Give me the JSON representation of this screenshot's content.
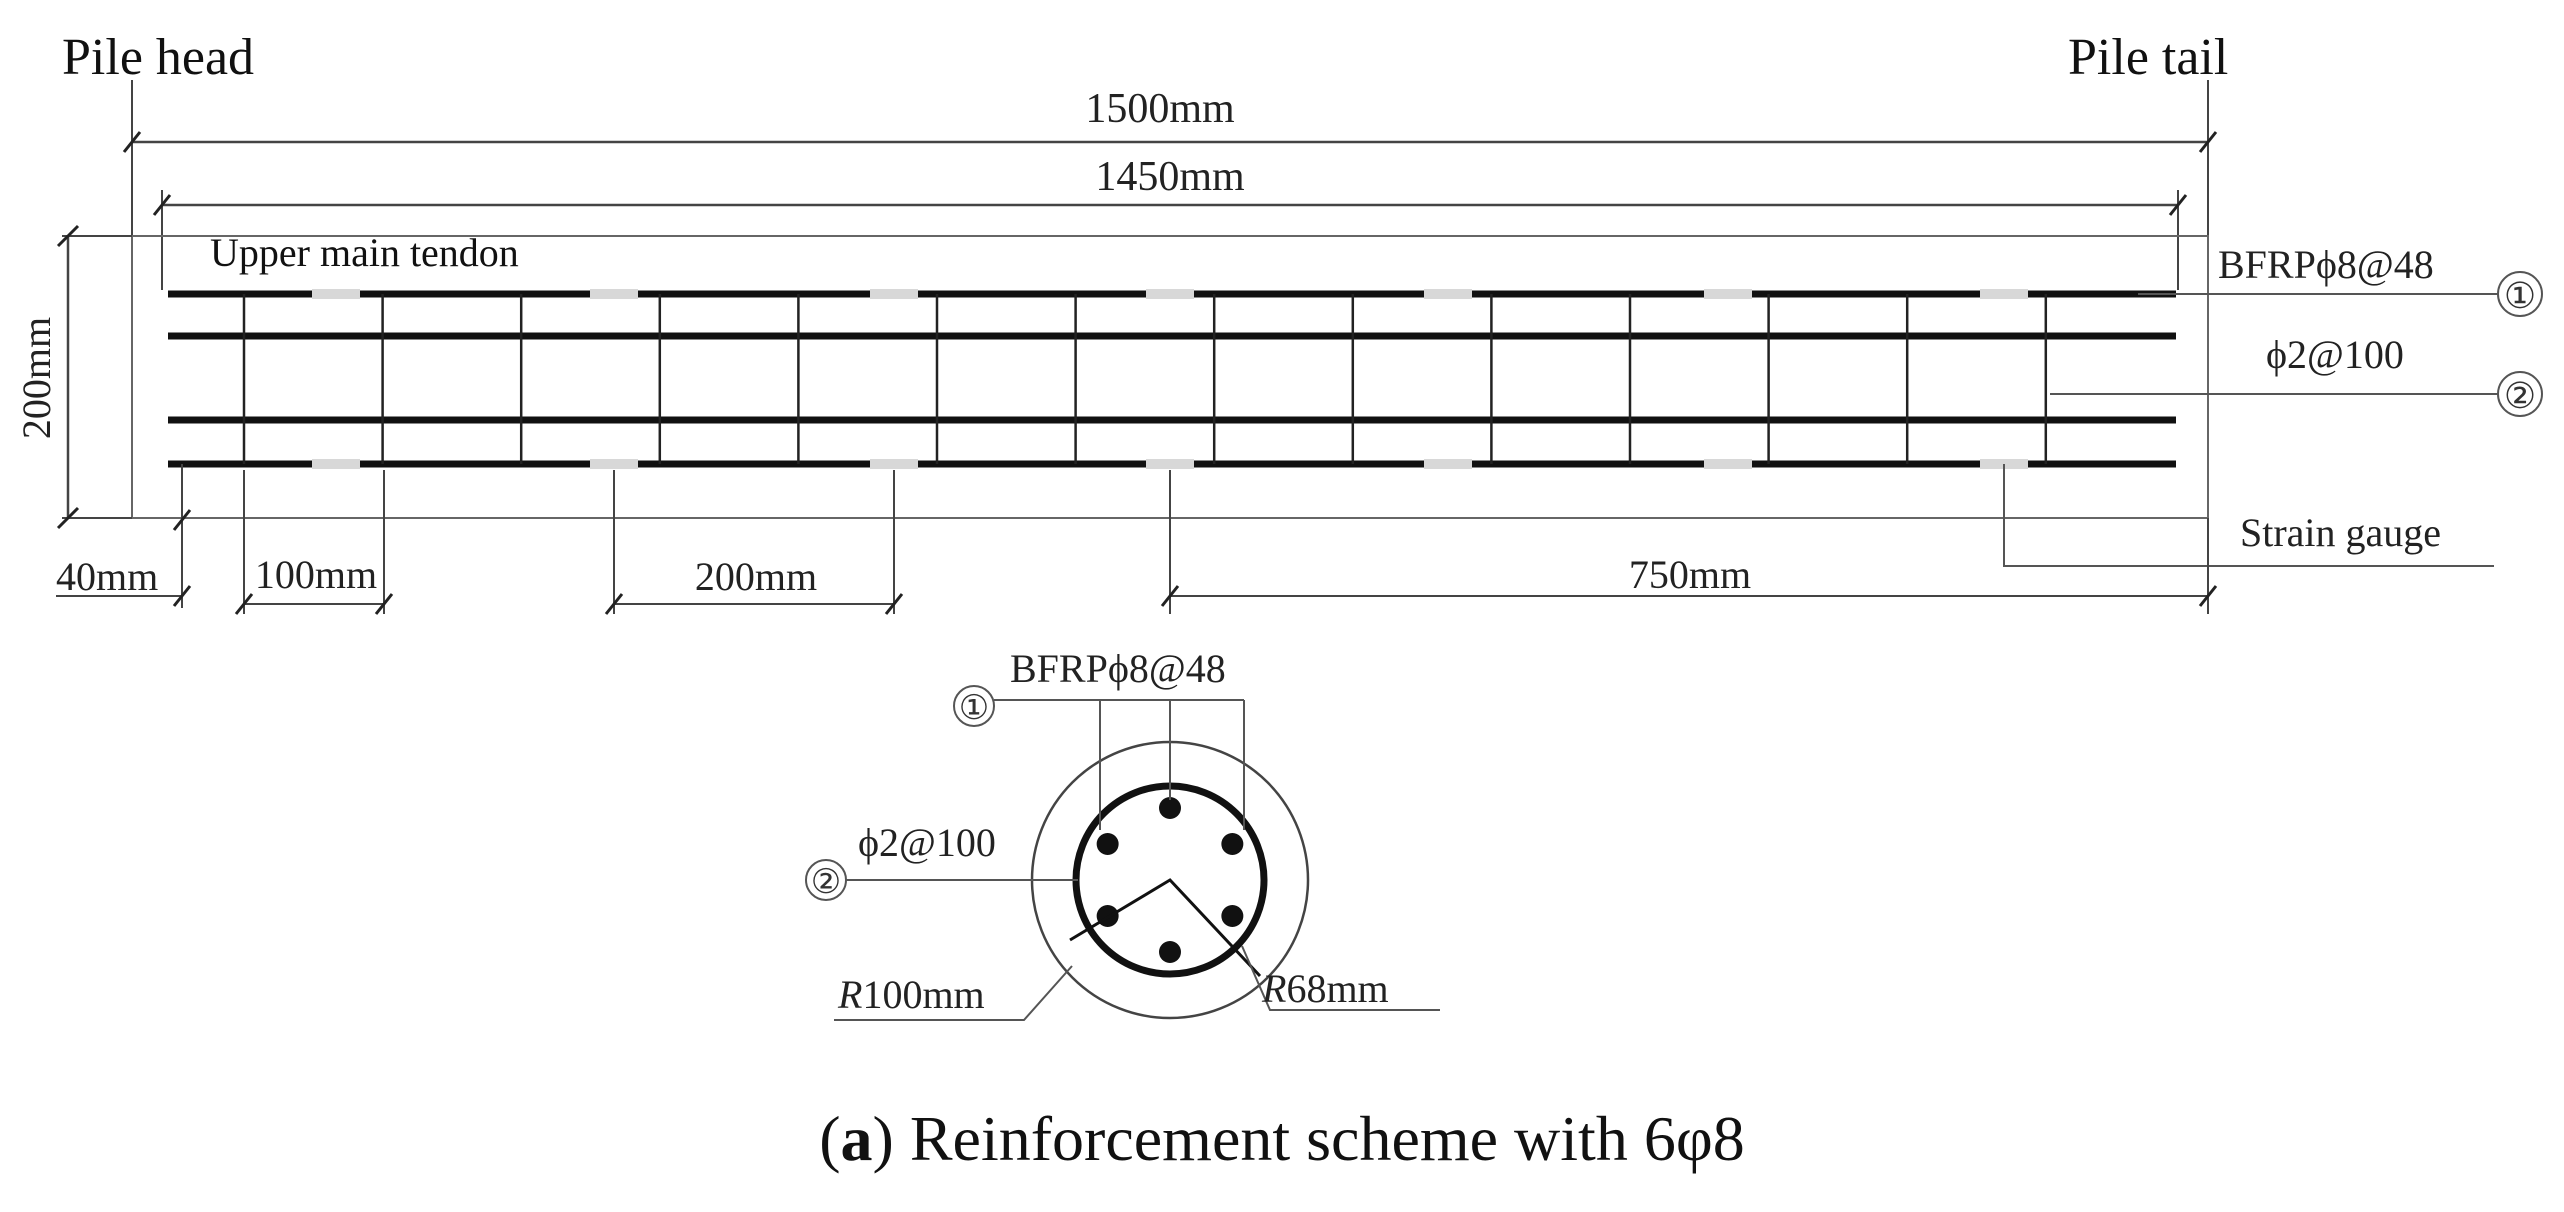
{
  "labels": {
    "pile_head": "Pile head",
    "pile_tail": "Pile tail",
    "upper_main_tendon": "Upper main tendon",
    "strain_gauge": "Strain gauge"
  },
  "dimensions": {
    "total_length": "1500mm",
    "rebar_length": "1450mm",
    "height": "200mm",
    "cover": "40mm",
    "stirrup_spacing": "100mm",
    "gauge_spacing": "200mm",
    "half_length": "750mm",
    "outer_radius_prefix": "R",
    "outer_radius_value": "100mm",
    "inner_radius_prefix": "R",
    "inner_radius_value": "68mm"
  },
  "callouts": [
    {
      "number": "①",
      "text": "BFRPϕ8@48"
    },
    {
      "number": "②",
      "text": "ϕ2@100"
    }
  ],
  "caption": {
    "letter": "a",
    "text": "Reinforcement scheme with 6φ8"
  }
}
